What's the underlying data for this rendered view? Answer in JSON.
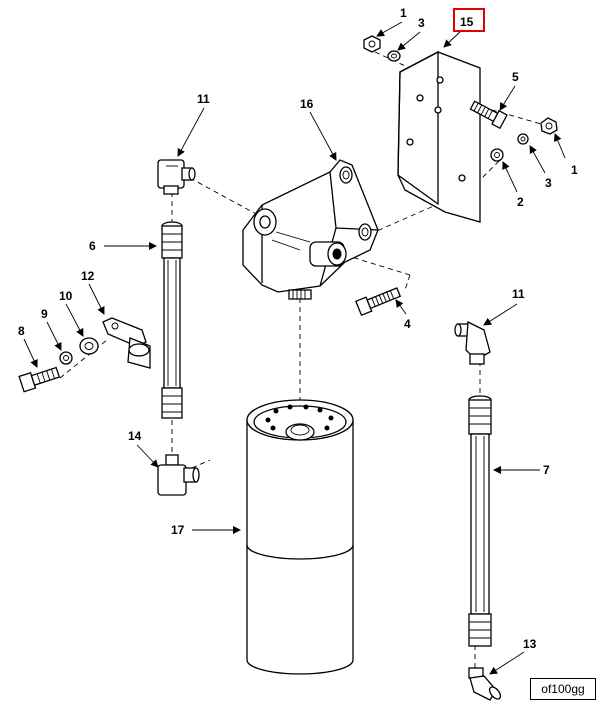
{
  "figure_id": "of100gg",
  "highlight_color": "#e00000",
  "callouts": {
    "c1a": "1",
    "c3a": "3",
    "c15": "15",
    "c5": "5",
    "c1b": "1",
    "c3b": "3",
    "c2": "2",
    "c16": "16",
    "c11a": "11",
    "c6": "6",
    "c12": "12",
    "c10": "10",
    "c9": "9",
    "c8": "8",
    "c4": "4",
    "c11b": "11",
    "c14": "14",
    "c17": "17",
    "c7": "7",
    "c13": "13"
  }
}
